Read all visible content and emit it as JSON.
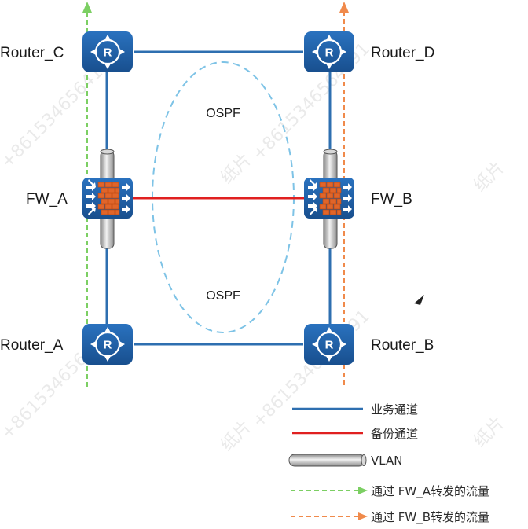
{
  "nodes": {
    "router_c": {
      "label": "Router_C",
      "kind": "router"
    },
    "router_d": {
      "label": "Router_D",
      "kind": "router"
    },
    "fw_a": {
      "label": "FW_A",
      "kind": "firewall"
    },
    "fw_b": {
      "label": "FW_B",
      "kind": "firewall"
    },
    "router_a": {
      "label": "Router_A",
      "kind": "router"
    },
    "router_b": {
      "label": "Router_B",
      "kind": "router"
    }
  },
  "areas": {
    "ospf_top": {
      "label": "OSPF"
    },
    "ospf_bottom": {
      "label": "OSPF"
    }
  },
  "legend": {
    "business": {
      "label": "业务通道"
    },
    "backup": {
      "label": "备份通道"
    },
    "vlan": {
      "label": "VLAN"
    },
    "flow_fw_a": {
      "label": "通过 FW_A转发的流量"
    },
    "flow_fw_b": {
      "label": "通过 FW_B转发的流量"
    }
  },
  "colors": {
    "business_link": "#2e6fb0",
    "backup_link": "#e02020",
    "flow_a": "#7ccf63",
    "flow_b": "#f08a4b",
    "ospf_ellipse": "#7ec3e6",
    "device_blue": "#1f5fa8",
    "firewall_brick": "#e0652a"
  },
  "watermark": {
    "text": "+8615346564191",
    "brand": "纸片"
  }
}
